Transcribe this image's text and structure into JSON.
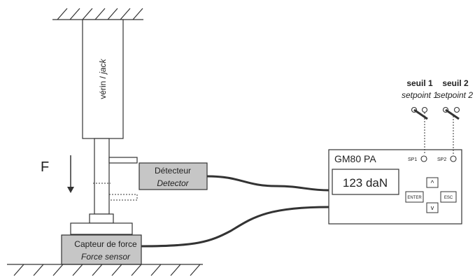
{
  "jack": {
    "label": "vérin / ",
    "label_italic": "jack"
  },
  "force": {
    "label": "F"
  },
  "detector": {
    "label": "Détecteur",
    "label_italic": "Detector"
  },
  "sensor": {
    "label": "Capteur de force",
    "label_italic": "Force sensor"
  },
  "device": {
    "title": "GM80 PA",
    "display": "123 daN",
    "sp1": "SP1",
    "sp2": "SP2",
    "enter": "ENTER",
    "esc": "ESC",
    "up": "^",
    "down": "v"
  },
  "setpoints": [
    {
      "label": "seuil 1",
      "label_italic": "setpoint 1"
    },
    {
      "label": "seuil 2",
      "label_italic": "setpoint 2"
    }
  ],
  "colors": {
    "line": "#333333",
    "box_fill": "#c6c6c6",
    "background": "#ffffff"
  }
}
